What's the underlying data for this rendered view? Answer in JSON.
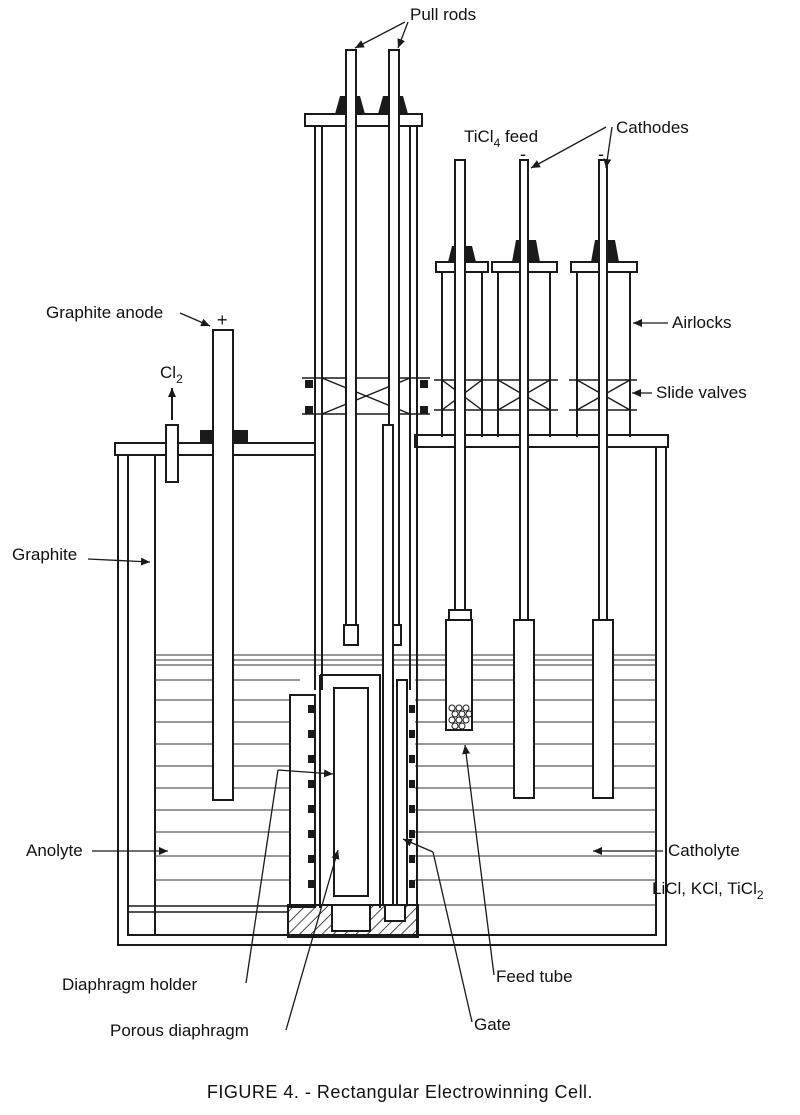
{
  "labels": {
    "pull_rods": "Pull rods",
    "ticl4_feed_prefix": "TiCl",
    "ticl4_feed_sub": "4",
    "ticl4_feed_suffix": " feed",
    "cathodes": "Cathodes",
    "cathode_sign": "-",
    "graphite_anode": "Graphite anode",
    "anode_sign": "+",
    "cl2_prefix": "Cl",
    "cl2_sub": "2",
    "airlocks": "Airlocks",
    "slide_valves": "Slide valves",
    "graphite": "Graphite",
    "anolyte": "Anolyte",
    "catholyte": "Catholyte",
    "catholyte_comp_prefix": "LiCl, KCl, TiCl",
    "catholyte_comp_sub": "2",
    "diaphragm_holder": "Diaphragm holder",
    "feed_tube": "Feed tube",
    "porous_diaphragm": "Porous diaphragm",
    "gate": "Gate"
  },
  "caption": "FIGURE 4. - Rectangular Electrowinning Cell."
}
